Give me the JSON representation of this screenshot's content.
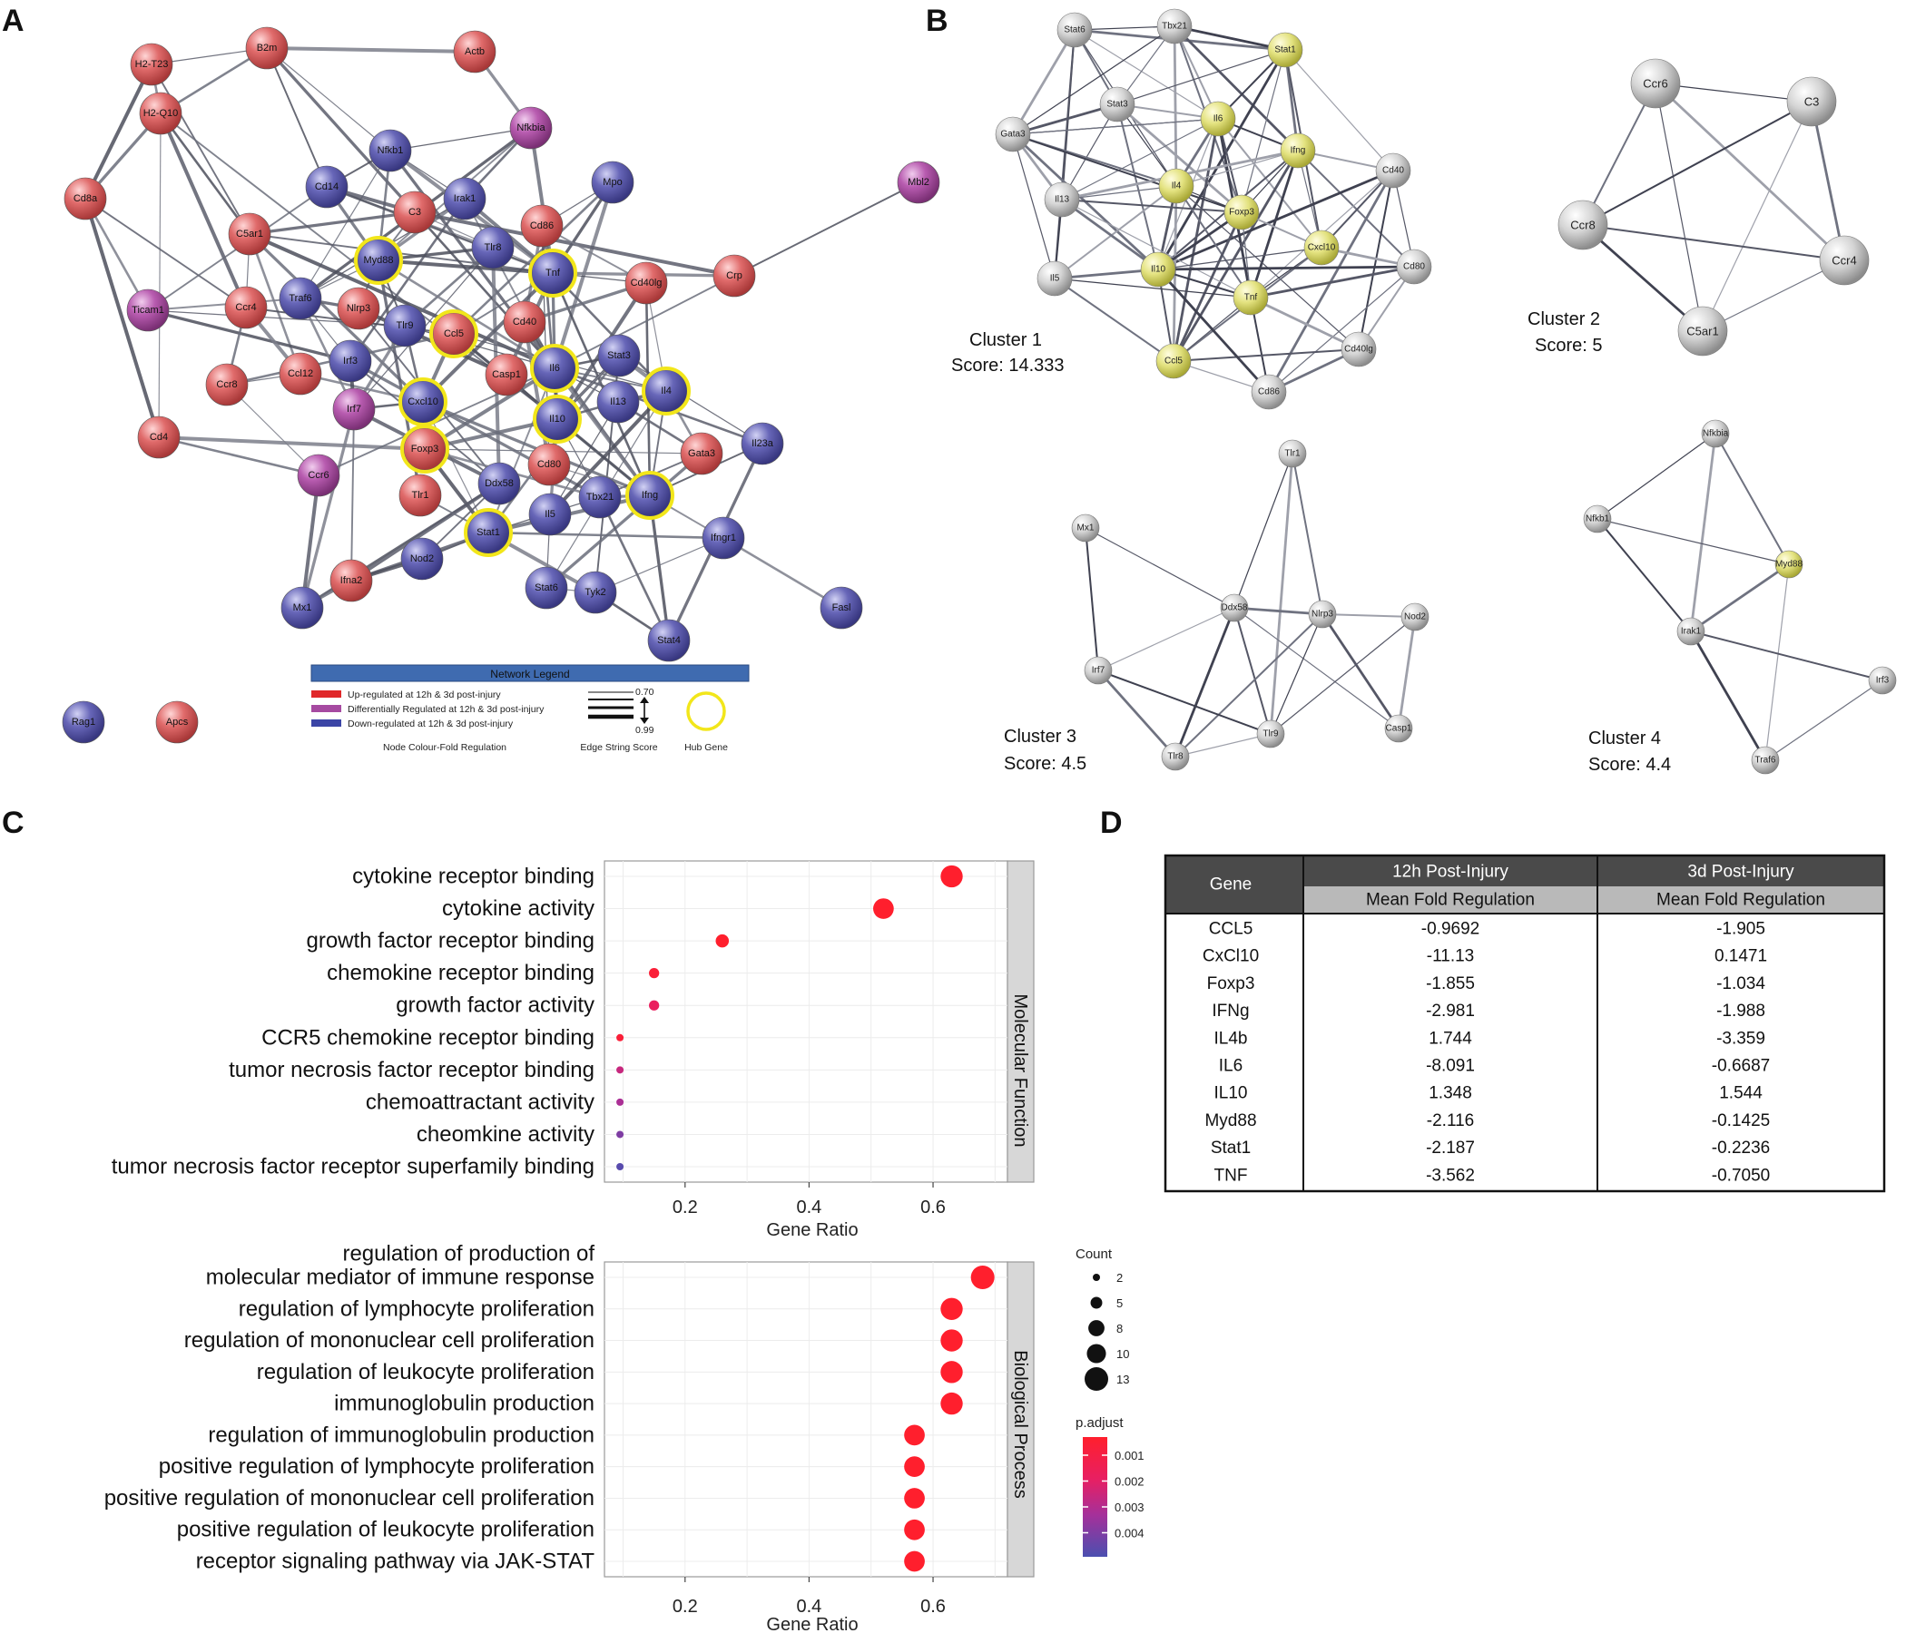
{
  "panels": {
    "a": "A",
    "b": "B",
    "c": "C",
    "d": "D"
  },
  "colors": {
    "up": "#e06b6b",
    "diff": "#b85cb0",
    "down": "#6766b8",
    "grey": "#cfcfcf",
    "hub_fill": "#e6e58a",
    "hub_ring": "#f2e61a",
    "legend_header": "#3f6bb0",
    "table_header": "#4a4a4a",
    "table_subheader": "#b9b9b9"
  },
  "network": {
    "nodes": [
      {
        "id": "B2m",
        "cat": "up"
      },
      {
        "id": "Actb",
        "cat": "up"
      },
      {
        "id": "H2-T23",
        "cat": "up"
      },
      {
        "id": "H2-Q10",
        "cat": "up"
      },
      {
        "id": "Nfkbia",
        "cat": "diff"
      },
      {
        "id": "Nfkb1",
        "cat": "down"
      },
      {
        "id": "Cd8a",
        "cat": "up"
      },
      {
        "id": "Cd14",
        "cat": "down"
      },
      {
        "id": "Irak1",
        "cat": "down"
      },
      {
        "id": "Mpo",
        "cat": "down"
      },
      {
        "id": "Mbl2",
        "cat": "diff"
      },
      {
        "id": "C5ar1",
        "cat": "up"
      },
      {
        "id": "C3",
        "cat": "up"
      },
      {
        "id": "Cd86",
        "cat": "up"
      },
      {
        "id": "Tlr8",
        "cat": "down"
      },
      {
        "id": "Myd88",
        "cat": "down",
        "hub": true
      },
      {
        "id": "Tnf",
        "cat": "down",
        "hub": true
      },
      {
        "id": "Ticam1",
        "cat": "diff"
      },
      {
        "id": "Ccr4",
        "cat": "up"
      },
      {
        "id": "Traf6",
        "cat": "down"
      },
      {
        "id": "Nlrp3",
        "cat": "up"
      },
      {
        "id": "Cd40lg",
        "cat": "up"
      },
      {
        "id": "Crp",
        "cat": "up"
      },
      {
        "id": "Tlr9",
        "cat": "down"
      },
      {
        "id": "Ccl5",
        "cat": "up",
        "hub": true
      },
      {
        "id": "Cd40",
        "cat": "up"
      },
      {
        "id": "Ccl12",
        "cat": "up"
      },
      {
        "id": "Irf3",
        "cat": "down"
      },
      {
        "id": "Ccr8",
        "cat": "up"
      },
      {
        "id": "Il6",
        "cat": "down",
        "hub": true
      },
      {
        "id": "Stat3",
        "cat": "down"
      },
      {
        "id": "Casp1",
        "cat": "up"
      },
      {
        "id": "Il4",
        "cat": "down",
        "hub": true
      },
      {
        "id": "Cxcl10",
        "cat": "down",
        "hub": true
      },
      {
        "id": "Irf7",
        "cat": "diff"
      },
      {
        "id": "Il13",
        "cat": "down"
      },
      {
        "id": "Il10",
        "cat": "down",
        "hub": true
      },
      {
        "id": "Cd4",
        "cat": "up"
      },
      {
        "id": "Il23a",
        "cat": "down"
      },
      {
        "id": "Foxp3",
        "cat": "up",
        "hub": true
      },
      {
        "id": "Gata3",
        "cat": "up"
      },
      {
        "id": "Cd80",
        "cat": "up"
      },
      {
        "id": "Ccr6",
        "cat": "diff"
      },
      {
        "id": "Ddx58",
        "cat": "down"
      },
      {
        "id": "Tlr1",
        "cat": "up"
      },
      {
        "id": "Tbx21",
        "cat": "down"
      },
      {
        "id": "Ifng",
        "cat": "down",
        "hub": true
      },
      {
        "id": "Il5",
        "cat": "down"
      },
      {
        "id": "Stat1",
        "cat": "down",
        "hub": true
      },
      {
        "id": "Ifngr1",
        "cat": "down"
      },
      {
        "id": "Nod2",
        "cat": "down"
      },
      {
        "id": "Ifna2",
        "cat": "up"
      },
      {
        "id": "Stat6",
        "cat": "down"
      },
      {
        "id": "Tyk2",
        "cat": "down"
      },
      {
        "id": "Mx1",
        "cat": "down"
      },
      {
        "id": "Fasl",
        "cat": "down"
      },
      {
        "id": "Stat4",
        "cat": "down"
      },
      {
        "id": "Rag1",
        "cat": "down"
      },
      {
        "id": "Apcs",
        "cat": "up"
      }
    ]
  },
  "legend": {
    "title": "Network Legend",
    "items": [
      {
        "label": "Up-regulated at 12h & 3d post-injury",
        "cat": "up"
      },
      {
        "label": "Differentially Regulated at 12h & 3d post-injury",
        "cat": "diff"
      },
      {
        "label": "Down-regulated at 12h & 3d post-injury",
        "cat": "down"
      }
    ],
    "node_caption": "Node Colour-Fold Regulation",
    "edge_low": "0.70",
    "edge_high": "0.99",
    "edge_caption": "Edge String Score",
    "hub_caption": "Hub Gene"
  },
  "clusters": [
    {
      "name": "Cluster 1",
      "score": "Score: 14.333",
      "nodes": [
        "Stat6",
        "Tbx21",
        "Stat1",
        "Stat3",
        "Il6",
        "Gata3",
        "Ifng",
        "Cd40",
        "Il4",
        "Il13",
        "Foxp3",
        "Cxcl10",
        "Il10",
        "Cd80",
        "Il5",
        "Tnf",
        "Cd40lg",
        "Ccl5",
        "Cd86"
      ],
      "hubs": [
        "Stat1",
        "Il6",
        "Ifng",
        "Il4",
        "Foxp3",
        "Cxcl10",
        "Il10",
        "Tnf",
        "Ccl5"
      ]
    },
    {
      "name": "Cluster 2",
      "score": "Score: 5",
      "nodes": [
        "Ccr6",
        "C3",
        "Ccr8",
        "Ccr4",
        "C5ar1"
      ],
      "hubs": []
    },
    {
      "name": "Cluster 3",
      "score": "Score: 4.5",
      "nodes": [
        "Tlr1",
        "Mx1",
        "Ddx58",
        "Nlrp3",
        "Nod2",
        "Irf7",
        "Tlr9",
        "Casp1",
        "Tlr8"
      ],
      "hubs": []
    },
    {
      "name": "Cluster 4",
      "score": "Score: 4.4",
      "nodes": [
        "Nfkbia",
        "Nfkb1",
        "Myd88",
        "Irak1",
        "Irf3",
        "Traf6"
      ],
      "hubs": [
        "Myd88"
      ]
    }
  ],
  "chart_data": [
    {
      "type": "scatter",
      "facet": "Molecular Function",
      "xlabel": "Gene Ratio",
      "xticks": [
        0.2,
        0.4,
        0.6
      ],
      "xlim": [
        0.07,
        0.72
      ],
      "points": [
        {
          "term": "cytokine receptor binding",
          "gene_ratio": 0.63,
          "count": 12,
          "p_adjust": 0.0005
        },
        {
          "term": "cytokine activity",
          "gene_ratio": 0.52,
          "count": 11,
          "p_adjust": 0.0005
        },
        {
          "term": "growth factor receptor binding",
          "gene_ratio": 0.26,
          "count": 6,
          "p_adjust": 0.0005
        },
        {
          "term": "chemokine receptor binding",
          "gene_ratio": 0.15,
          "count": 4,
          "p_adjust": 0.0008
        },
        {
          "term": "growth factor activity",
          "gene_ratio": 0.15,
          "count": 4,
          "p_adjust": 0.0018
        },
        {
          "term": "CCR5 chemokine receptor binding",
          "gene_ratio": 0.095,
          "count": 2,
          "p_adjust": 0.0008
        },
        {
          "term": "tumor necrosis factor receptor binding",
          "gene_ratio": 0.095,
          "count": 2,
          "p_adjust": 0.0025
        },
        {
          "term": "chemoattractant activity",
          "gene_ratio": 0.095,
          "count": 2,
          "p_adjust": 0.003
        },
        {
          "term": "cheomkine activity",
          "gene_ratio": 0.095,
          "count": 2,
          "p_adjust": 0.0037
        },
        {
          "term": "tumor necrosis factor receptor superfamily binding",
          "gene_ratio": 0.095,
          "count": 2,
          "p_adjust": 0.0043
        }
      ]
    },
    {
      "type": "scatter",
      "facet": "Biological Process",
      "xlabel": "Gene Ratio",
      "xticks": [
        0.2,
        0.4,
        0.6
      ],
      "xlim": [
        0.07,
        0.72
      ],
      "points": [
        {
          "term": "regulation of production of",
          "term2": "molecular mediator of immune response",
          "gene_ratio": 0.68,
          "count": 13,
          "p_adjust": 0.0005
        },
        {
          "term": "regulation of lymphocyte proliferation",
          "gene_ratio": 0.63,
          "count": 12,
          "p_adjust": 0.0005
        },
        {
          "term": "regulation of mononuclear cell proliferation",
          "gene_ratio": 0.63,
          "count": 12,
          "p_adjust": 0.0005
        },
        {
          "term": "regulation of leukocyte proliferation",
          "gene_ratio": 0.63,
          "count": 12,
          "p_adjust": 0.0005
        },
        {
          "term": "immunoglobulin production",
          "gene_ratio": 0.63,
          "count": 12,
          "p_adjust": 0.0005
        },
        {
          "term": "regulation of immunoglobulin production",
          "gene_ratio": 0.57,
          "count": 11,
          "p_adjust": 0.0005
        },
        {
          "term": "positive regulation of lymphocyte proliferation",
          "gene_ratio": 0.57,
          "count": 11,
          "p_adjust": 0.0005
        },
        {
          "term": "positive regulation of mononuclear cell proliferation",
          "gene_ratio": 0.57,
          "count": 11,
          "p_adjust": 0.0005
        },
        {
          "term": "positive regulation of leukocyte proliferation",
          "gene_ratio": 0.57,
          "count": 11,
          "p_adjust": 0.0005
        },
        {
          "term": "receptor signaling pathway via JAK-STAT",
          "gene_ratio": 0.57,
          "count": 11,
          "p_adjust": 0.0005
        }
      ]
    }
  ],
  "dot_legend": {
    "count_title": "Count",
    "counts": [
      2,
      5,
      8,
      10,
      13
    ],
    "padj_title": "p.adjust",
    "padj_ticks": [
      "0.001",
      "0.002",
      "0.003",
      "0.004"
    ]
  },
  "table": {
    "gene_header": "Gene",
    "col1_header": "12h Post-Injury",
    "col2_header": "3d Post-Injury",
    "sub_header": "Mean Fold Regulation",
    "rows": [
      [
        "CCL5",
        "-0.9692",
        "-1.905"
      ],
      [
        "CxCl10",
        "-11.13",
        "0.1471"
      ],
      [
        "Foxp3",
        "-1.855",
        "-1.034"
      ],
      [
        "IFNg",
        "-2.981",
        "-1.988"
      ],
      [
        "IL4b",
        "1.744",
        "-3.359"
      ],
      [
        "IL6",
        "-8.091",
        "-0.6687"
      ],
      [
        "IL10",
        "1.348",
        "1.544"
      ],
      [
        "Myd88",
        "-2.116",
        "-0.1425"
      ],
      [
        "Stat1",
        "-2.187",
        "-0.2236"
      ],
      [
        "TNF",
        "-3.562",
        "-0.7050"
      ]
    ]
  }
}
